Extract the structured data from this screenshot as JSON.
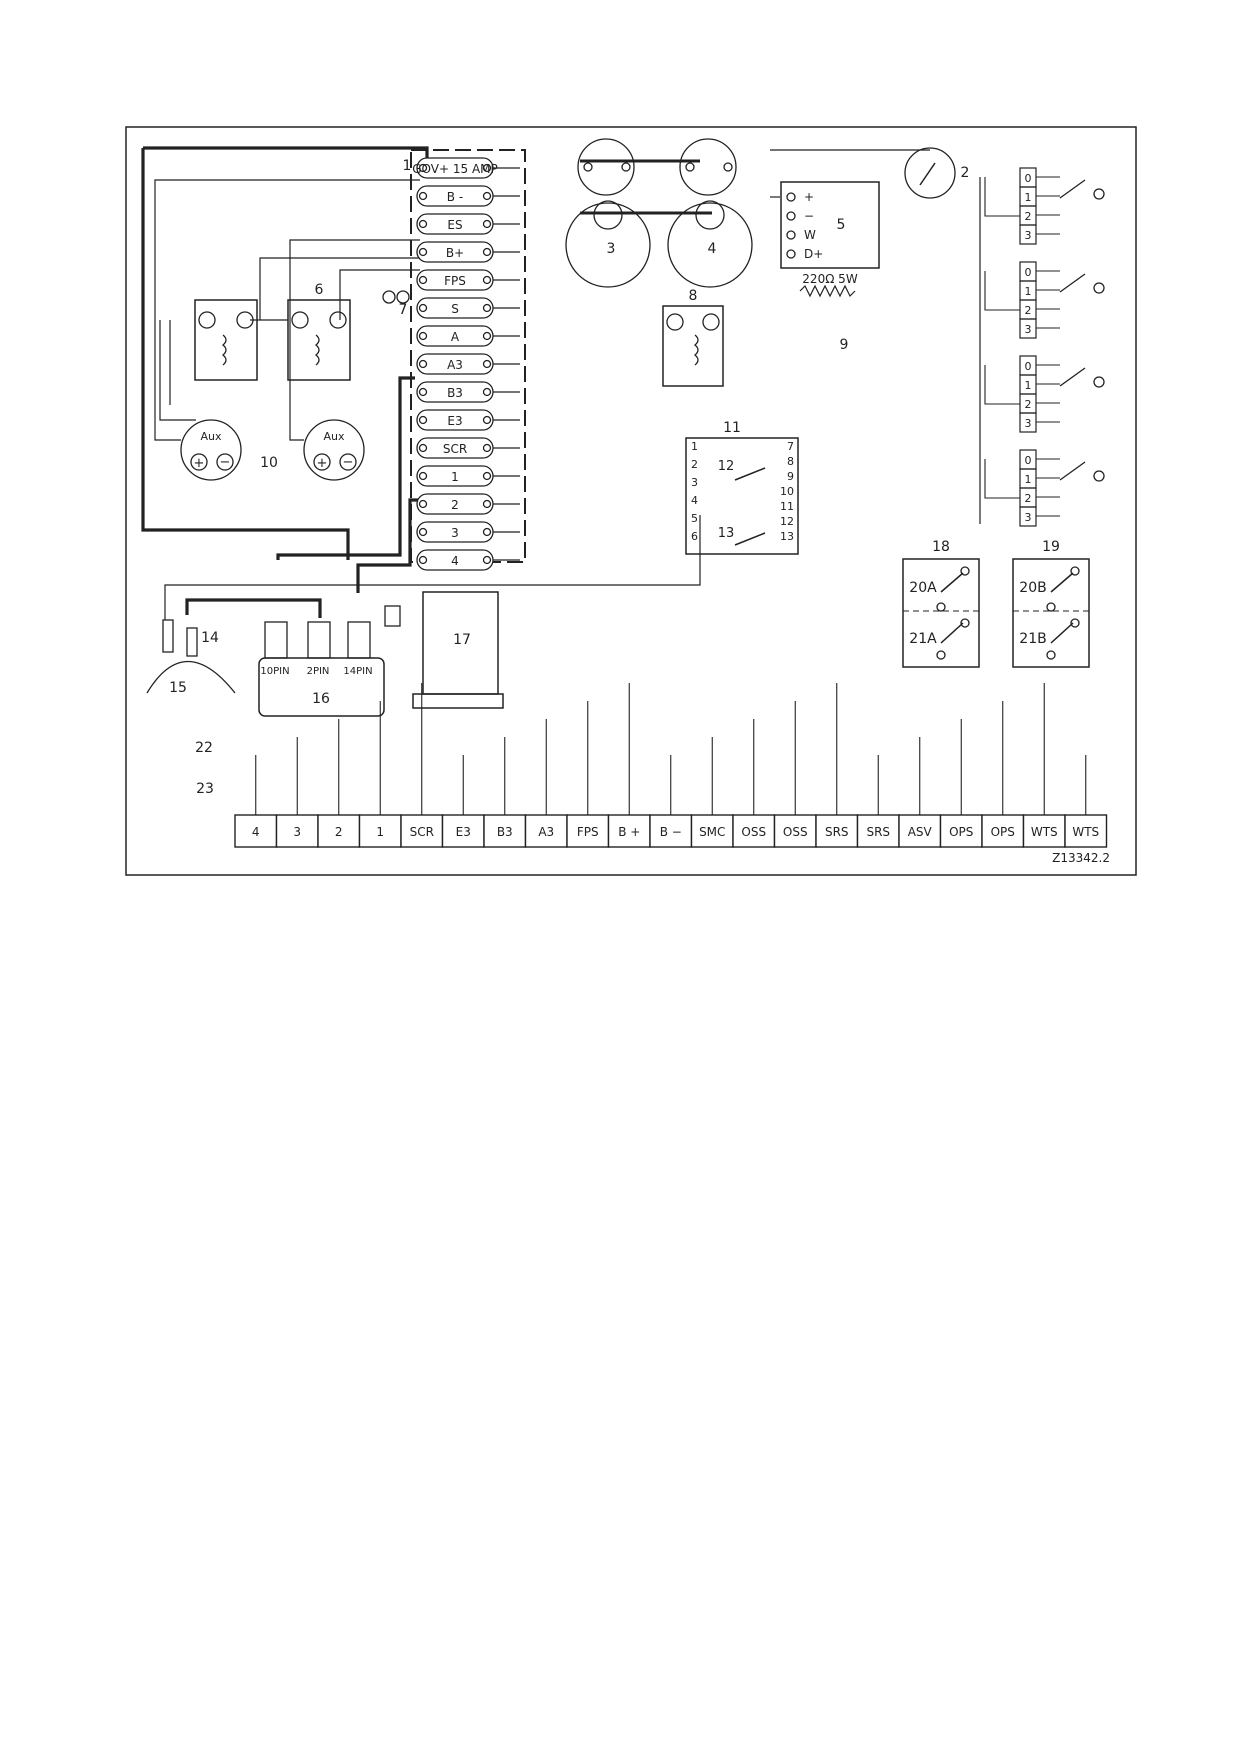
{
  "diagram": {
    "drawing_code": "Z13342.2",
    "terminal_block_1": [
      "GOV+ 15 AMP",
      "B -",
      "ES",
      "B+",
      "FPS",
      "S",
      "A",
      "A3",
      "B3",
      "E3",
      "SCR",
      "1",
      "2",
      "3",
      "4"
    ],
    "bottom_terminals": [
      "4",
      "3",
      "2",
      "1",
      "SCR",
      "E3",
      "B3",
      "A3",
      "FPS",
      "B +",
      "B −",
      "SMC",
      "OSS",
      "OSS",
      "SRS",
      "SRS",
      "ASV",
      "OPS",
      "OPS",
      "WTS",
      "WTS"
    ],
    "callouts": [
      "1",
      "2",
      "3",
      "4",
      "5",
      "6",
      "7",
      "8",
      "9",
      "10",
      "11",
      "12",
      "13",
      "14",
      "15",
      "16",
      "17",
      "18",
      "19",
      "20A",
      "20B",
      "21A",
      "21B",
      "22",
      "23"
    ],
    "alternator_terminals": [
      "+",
      "−",
      "W",
      "D+"
    ],
    "resistor_label": "220Ω 5W",
    "aux_label": "Aux",
    "plus_symbol": "+",
    "minus_symbol": "−",
    "ecu_connectors": [
      "10PIN",
      "2PIN",
      "14PIN"
    ],
    "relay_pins": [
      "1",
      "2",
      "3",
      "4",
      "5",
      "6",
      "7",
      "8",
      "9",
      "10",
      "11",
      "12",
      "13"
    ],
    "switch_positions": [
      "0",
      "1",
      "2",
      "3"
    ]
  }
}
